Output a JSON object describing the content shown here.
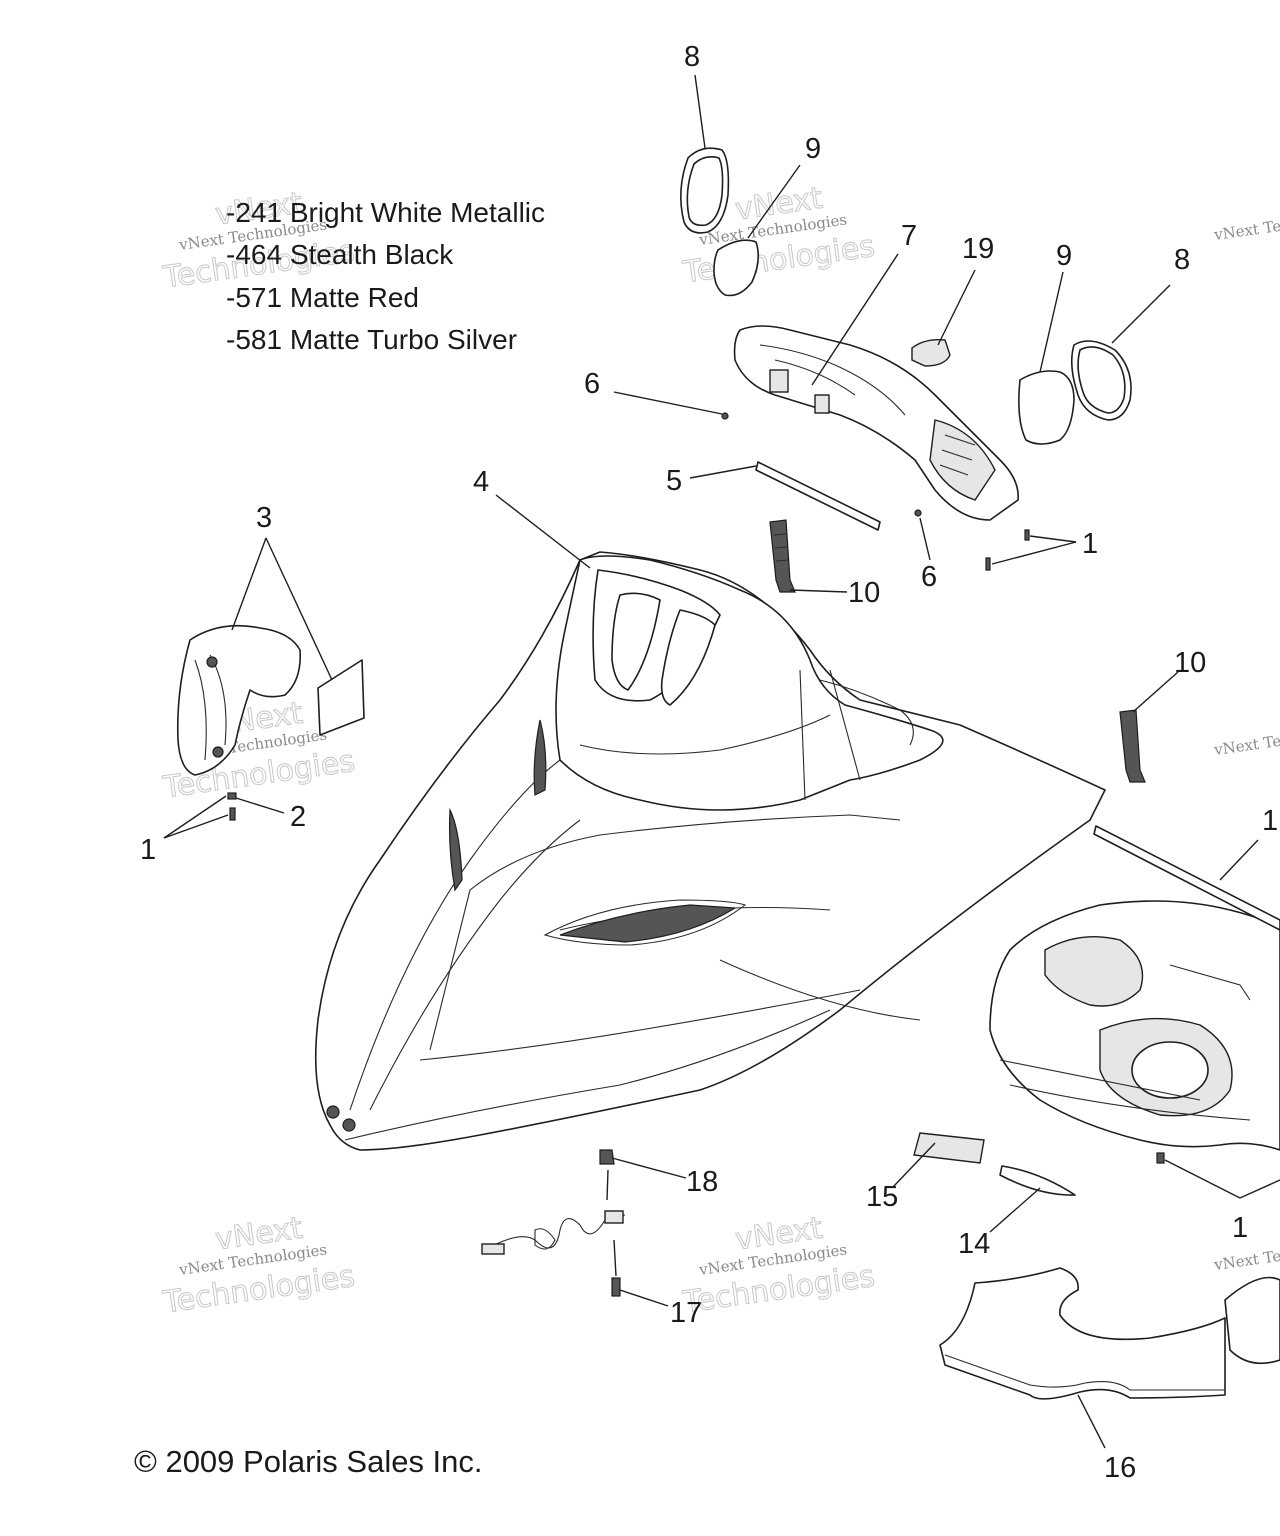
{
  "legend": {
    "lines": [
      "-241 Bright White Metallic",
      "-464 Stealth Black",
      "-571  Matte Red",
      "-581 Matte Turbo Silver"
    ]
  },
  "callouts": {
    "c8_top": "8",
    "c9_top": "9",
    "c7": "7",
    "c19": "19",
    "c9_right": "9",
    "c8_right": "8",
    "c6_left": "6",
    "c5": "5",
    "c4": "4",
    "c3": "3",
    "c10_mid": "10",
    "c6_mid": "6",
    "c1_right": "1",
    "c10_right": "10",
    "c1_far": "1",
    "c2": "2",
    "c1_left": "1",
    "c18": "18",
    "c15": "15",
    "c14": "14",
    "c1_bottom": "1",
    "c17": "17",
    "c16": "16"
  },
  "watermark": {
    "small": "vNext Technologies",
    "big_top": "vNext",
    "big_bottom": "Technologies"
  },
  "copyright": "© 2009 Polaris Sales Inc."
}
